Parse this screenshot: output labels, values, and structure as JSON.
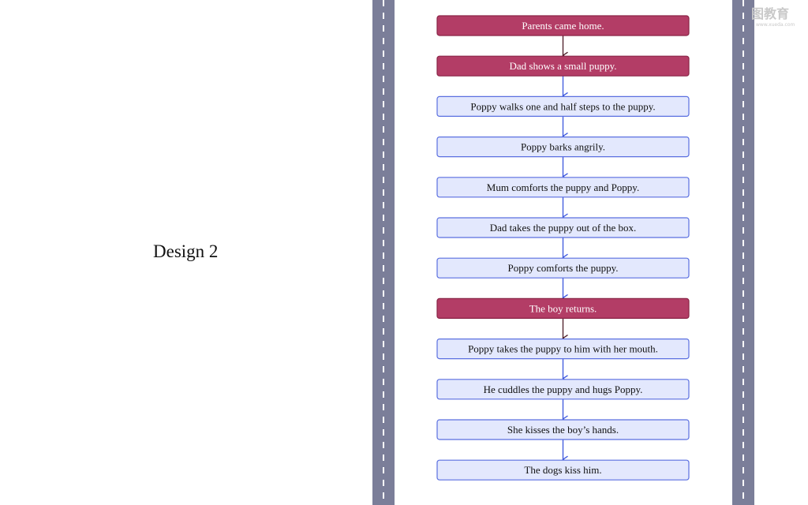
{
  "slide": {
    "label": "Design 2",
    "watermark": "图教育",
    "watermark_url": "www.xueda.com"
  },
  "colors": {
    "highlight_fill": "#b33d66",
    "highlight_stroke": "#8a2446",
    "highlight_text": "#ffffff",
    "normal_fill": "#e3e8fd",
    "normal_stroke": "#5a6fe0",
    "normal_text": "#111111",
    "arrow_dark": "#4a1a25",
    "arrow_blue": "#3a55dd",
    "road": "#7b7e99"
  },
  "steps": [
    {
      "text": "Parents came home.",
      "highlight": true
    },
    {
      "text": "Dad shows a small puppy.",
      "highlight": true
    },
    {
      "text": "Poppy walks one and half steps to the puppy.",
      "highlight": false
    },
    {
      "text": "Poppy barks angrily.",
      "highlight": false
    },
    {
      "text": "Mum comforts the puppy and Poppy.",
      "highlight": false
    },
    {
      "text": "Dad takes the puppy out of the box.",
      "highlight": false
    },
    {
      "text": "Poppy comforts the puppy.",
      "highlight": false
    },
    {
      "text": "The boy returns.",
      "highlight": true
    },
    {
      "text": "Poppy takes the puppy to him with her mouth.",
      "highlight": false
    },
    {
      "text": "He cuddles the puppy and hugs Poppy.",
      "highlight": false
    },
    {
      "text": "She kisses the boy’s hands.",
      "highlight": false
    },
    {
      "text": "The dogs kiss him.",
      "highlight": false
    }
  ]
}
